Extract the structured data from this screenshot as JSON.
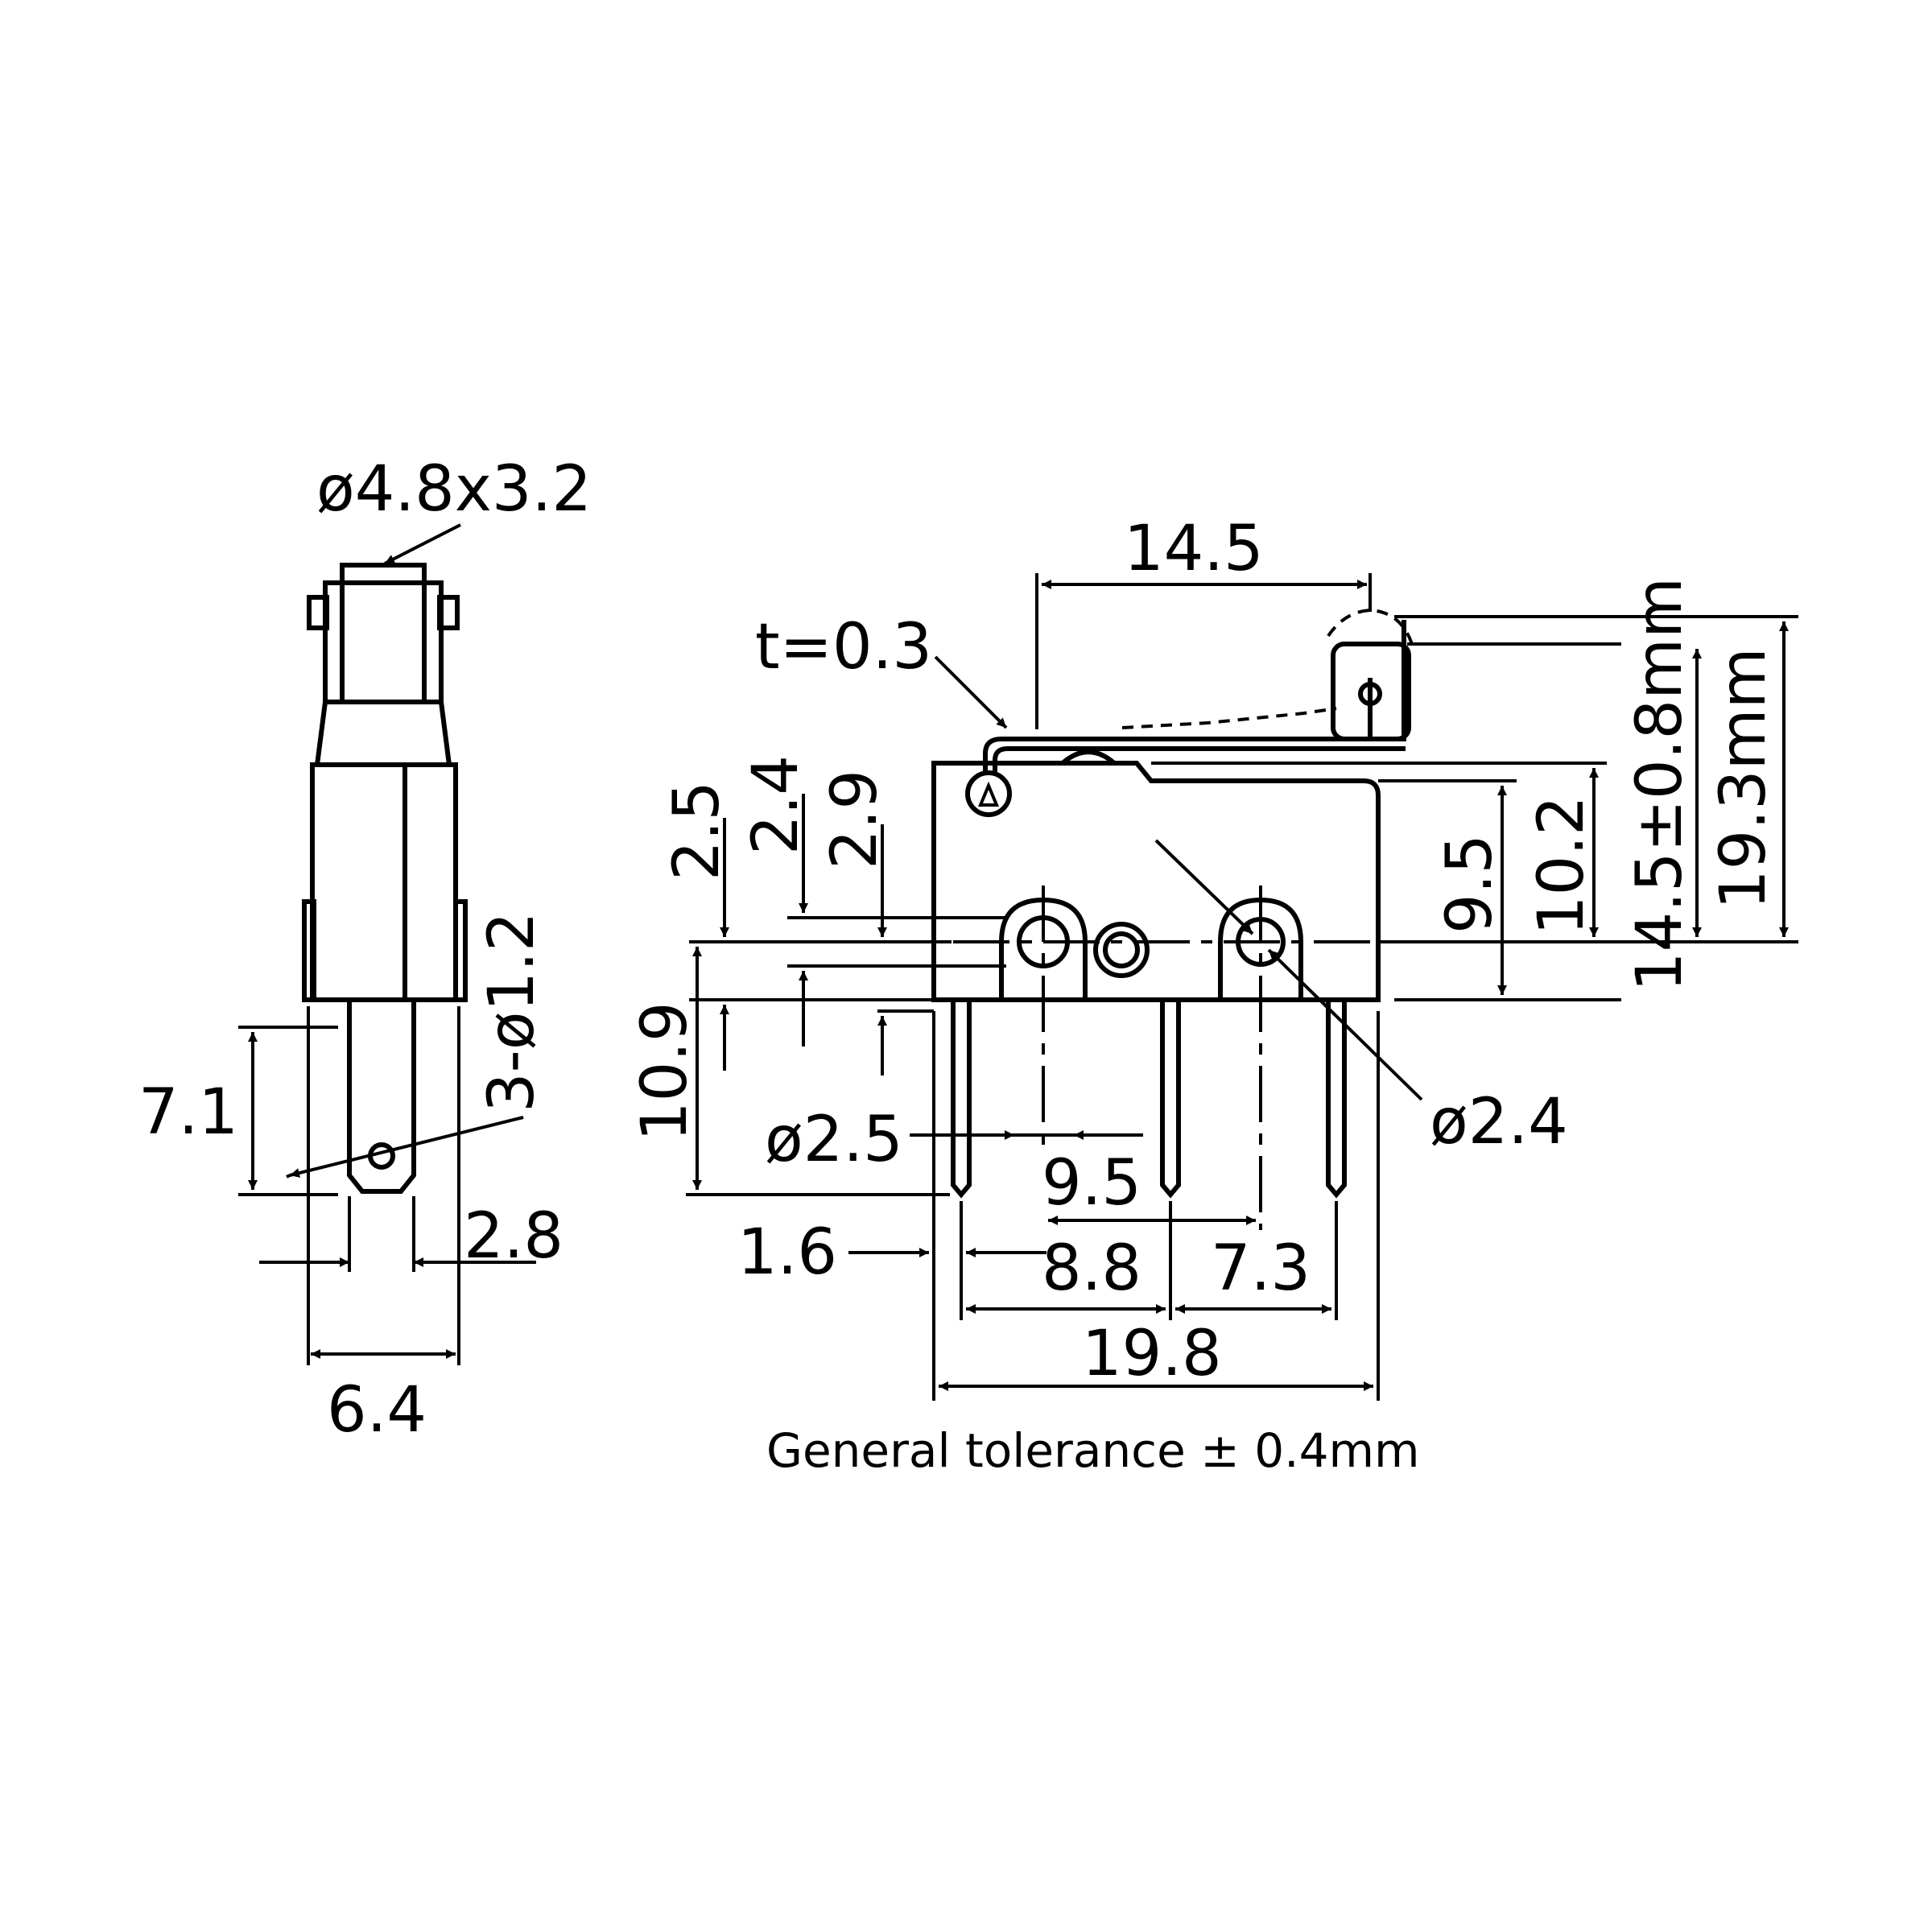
{
  "labels": {
    "roller_size": "ø4.8x3.2",
    "pin_holes": "3-ø1.2",
    "pin_length": "7.1",
    "pin_width": "2.8",
    "body_width": "6.4",
    "lever_length": "14.5",
    "lever_thickness": "t=0.3",
    "dim_2_5": "2.5",
    "dim_2_4": "2.4",
    "dim_2_9": "2.9",
    "dim_10_9": "10.9",
    "hole_left": "ø2.5",
    "hole_spacing": "9.5",
    "dim_1_6": "1.6",
    "dim_8_8": "8.8",
    "dim_7_3": "7.3",
    "body_length": "19.8",
    "hole_right": "ø2.4",
    "dim_9_5_v": "9.5",
    "dim_10_2": "10.2",
    "op_height": "14.5±0.8mm",
    "free_height": "19.3mm"
  },
  "footer": {
    "tolerance": "General tolerance ± 0.4mm"
  }
}
